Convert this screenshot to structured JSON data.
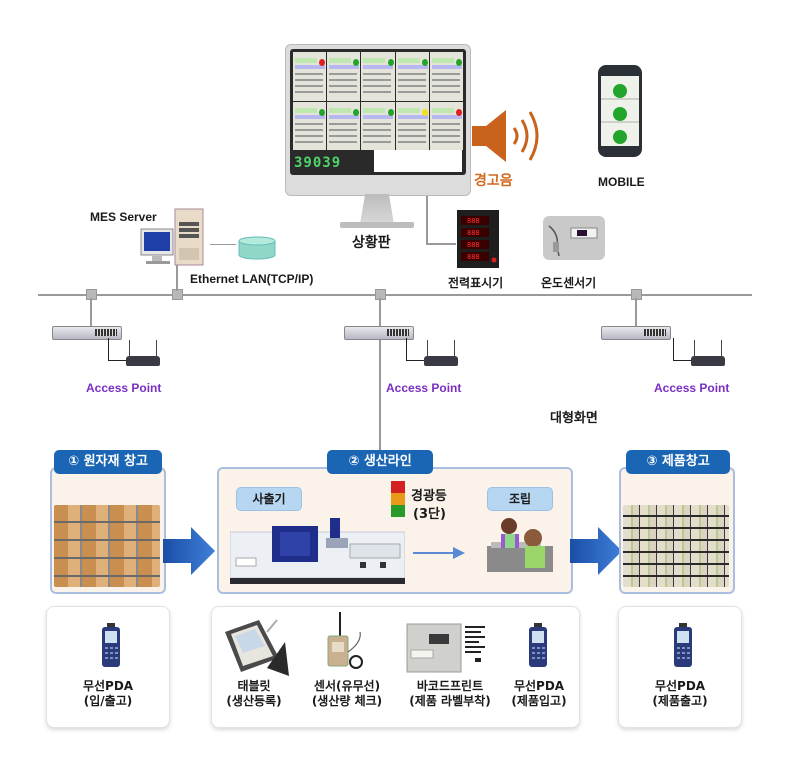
{
  "top": {
    "monitor_label": "상황판",
    "monitor_readout": "39039",
    "alarm_label": "경고음",
    "mobile_label": "MOBILE",
    "power_meter_label": "전력표시기",
    "temp_sensor_label": "온도센서기",
    "mes_server_label": "MES Server",
    "lan_label": "Ethernet LAN(TCP/IP)",
    "big_screen_label": "대형화면",
    "dashboard_lamps": [
      "red",
      "green",
      "green",
      "green",
      "green",
      "green",
      "green",
      "green",
      "yellow",
      "red"
    ]
  },
  "access_points": [
    {
      "label": "Access Point"
    },
    {
      "label": "Access Point"
    },
    {
      "label": "Access Point"
    }
  ],
  "sections": {
    "raw_warehouse": {
      "badge": "① 원자재 창고"
    },
    "production": {
      "badge": "② 생산라인",
      "injection_tag": "사출기",
      "assembly_tag": "조립",
      "signal_lamp_label": "경광등",
      "signal_lamp_sub": "(3단)"
    },
    "product_warehouse": {
      "badge": "③ 제품창고"
    }
  },
  "devices": {
    "raw": [
      {
        "line1": "무선PDA",
        "line2": "(입/출고)",
        "icon": "pda-icon"
      }
    ],
    "production": [
      {
        "line1": "태블릿",
        "line2": "(생산등록)",
        "icon": "tablet-icon"
      },
      {
        "line1": "센서(유무선)",
        "line2": "(생산량 체크)",
        "icon": "sensor-icon"
      },
      {
        "line1": "바코드프린트",
        "line2": "(제품 라벨부착)",
        "icon": "barcode-printer-icon"
      },
      {
        "line1": "무선PDA",
        "line2": "(제품입고)",
        "icon": "pda-icon"
      }
    ],
    "product": [
      {
        "line1": "무선PDA",
        "line2": "(제품출고)",
        "icon": "pda-icon"
      }
    ]
  },
  "colors": {
    "badge": "#1a66b4",
    "access_point_text": "#7a2fc4",
    "alarm": "#d2691e",
    "panel_border": "#aabfe0",
    "panel_fill": "#fbf3ea",
    "arrow": "#2a5fb8"
  }
}
